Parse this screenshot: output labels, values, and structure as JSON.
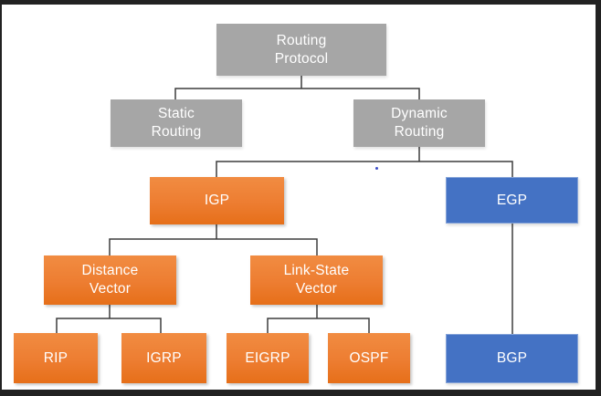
{
  "diagram": {
    "nodes": {
      "routing_protocol": {
        "label": "Routing\nProtocol",
        "type": "gray"
      },
      "static_routing": {
        "label": "Static\nRouting",
        "type": "gray"
      },
      "dynamic_routing": {
        "label": "Dynamic\nRouting",
        "type": "gray"
      },
      "igp": {
        "label": "IGP",
        "type": "orange"
      },
      "egp": {
        "label": "EGP",
        "type": "blue"
      },
      "distance_vector": {
        "label": "Distance\nVector",
        "type": "orange"
      },
      "link_state_vector": {
        "label": "Link-State\nVector",
        "type": "orange"
      },
      "rip": {
        "label": "RIP",
        "type": "orange"
      },
      "igrp": {
        "label": "IGRP",
        "type": "orange"
      },
      "eigrp": {
        "label": "EIGRP",
        "type": "orange"
      },
      "ospf": {
        "label": "OSPF",
        "type": "orange"
      },
      "bgp": {
        "label": "BGP",
        "type": "blue"
      }
    },
    "edges": [
      {
        "from": "routing_protocol",
        "to": "static_routing"
      },
      {
        "from": "routing_protocol",
        "to": "dynamic_routing"
      },
      {
        "from": "dynamic_routing",
        "to": "igp"
      },
      {
        "from": "dynamic_routing",
        "to": "egp"
      },
      {
        "from": "igp",
        "to": "distance_vector"
      },
      {
        "from": "igp",
        "to": "link_state_vector"
      },
      {
        "from": "distance_vector",
        "to": "rip"
      },
      {
        "from": "distance_vector",
        "to": "igrp"
      },
      {
        "from": "link_state_vector",
        "to": "eigrp"
      },
      {
        "from": "link_state_vector",
        "to": "ospf"
      },
      {
        "from": "egp",
        "to": "bgp"
      }
    ],
    "colors": {
      "gray_box": "#a6a6a6",
      "orange_box": "#ed7d31",
      "blue_box": "#4472c4",
      "connector_line": "#3d3d3d",
      "text": "#ffffff",
      "frame": "#222222",
      "background": "#ffffff"
    }
  }
}
